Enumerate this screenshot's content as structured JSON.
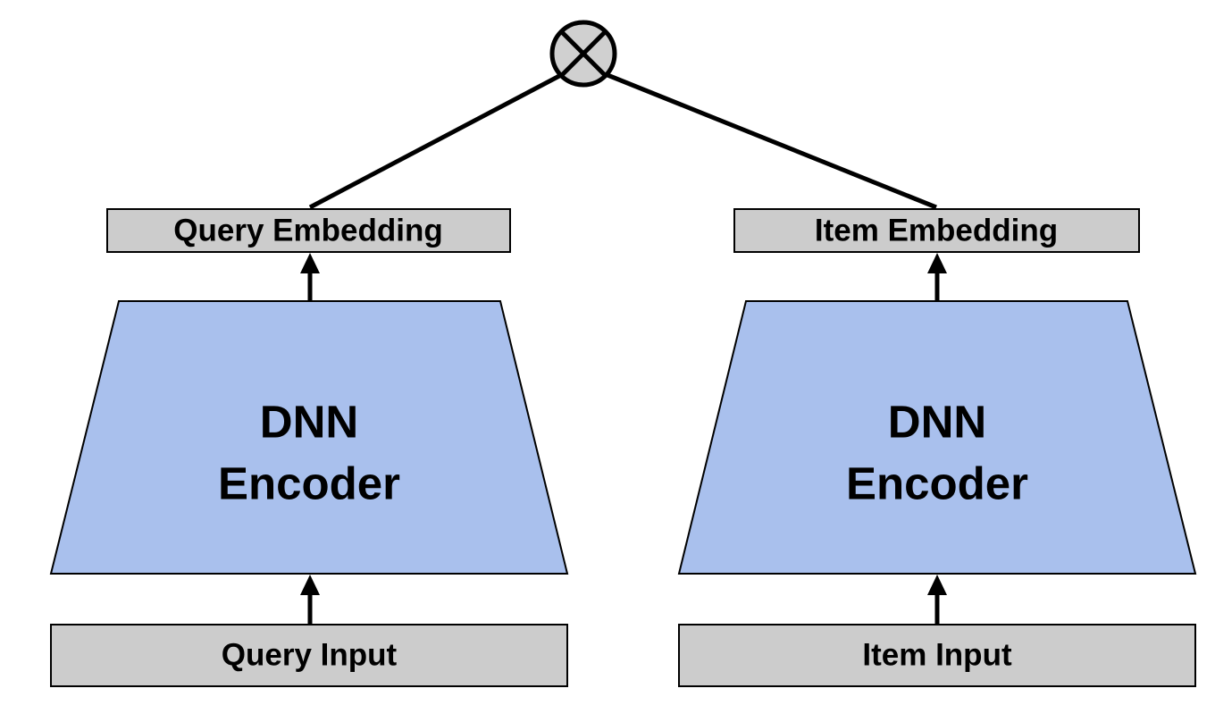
{
  "colors": {
    "box_fill": "#cccccc",
    "encoder_fill": "#a9c0ed",
    "stroke": "#000000",
    "combine_fill": "#d0d0d0"
  },
  "combine": {
    "icon": "multiply-circle-icon"
  },
  "query_tower": {
    "embedding_label": "Query Embedding",
    "encoder_line1": "DNN",
    "encoder_line2": "Encoder",
    "input_label": "Query Input"
  },
  "item_tower": {
    "embedding_label": "Item Embedding",
    "encoder_line1": "DNN",
    "encoder_line2": "Encoder",
    "input_label": "Item Input"
  }
}
